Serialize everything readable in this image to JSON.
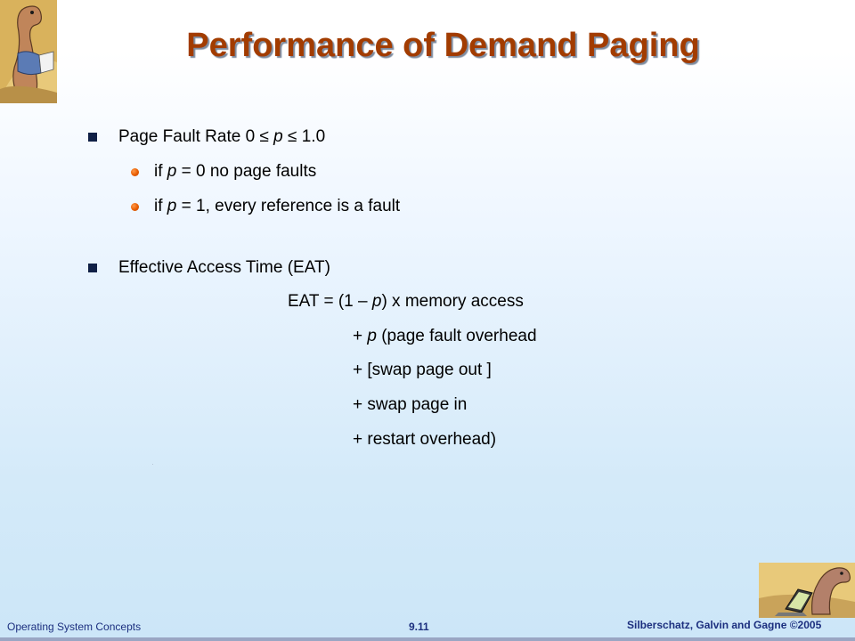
{
  "slide": {
    "title": "Performance of Demand Paging",
    "bullet1": {
      "prefix": "Page Fault Rate 0 ",
      "leq1": "≤",
      "var": "p",
      "leq2": "≤",
      "suffix": " 1.0",
      "sub": [
        {
          "pre": "if ",
          "var": "p",
          "post": " = 0 no page faults"
        },
        {
          "pre": "if ",
          "var": "p",
          "post": " = 1, every reference is a fault"
        }
      ]
    },
    "bullet2": {
      "text": "Effective Access Time (EAT)",
      "formula": {
        "line1_pre": "EAT = (1 – ",
        "line1_var": "p",
        "line1_post": ") x memory access",
        "line2_pre": "+ ",
        "line2_var": "p",
        "line2_post": " (page fault overhead",
        "line3": "+ [swap page out ]",
        "line4": "+ swap page in",
        "line5": "+ restart overhead)"
      }
    }
  },
  "footer": {
    "left": "Operating System Concepts",
    "center": "9.11",
    "right": "Silberschatz, Galvin and Gagne ©2005"
  },
  "colors": {
    "title": "#a23c00",
    "square_bullet": "#102046",
    "dot_bullet": "#e85c00",
    "footer_text": "#1c2f7f"
  },
  "icons": {
    "top_left": "dinosaur-reading-icon",
    "bottom_right": "dinosaur-laptop-icon"
  }
}
